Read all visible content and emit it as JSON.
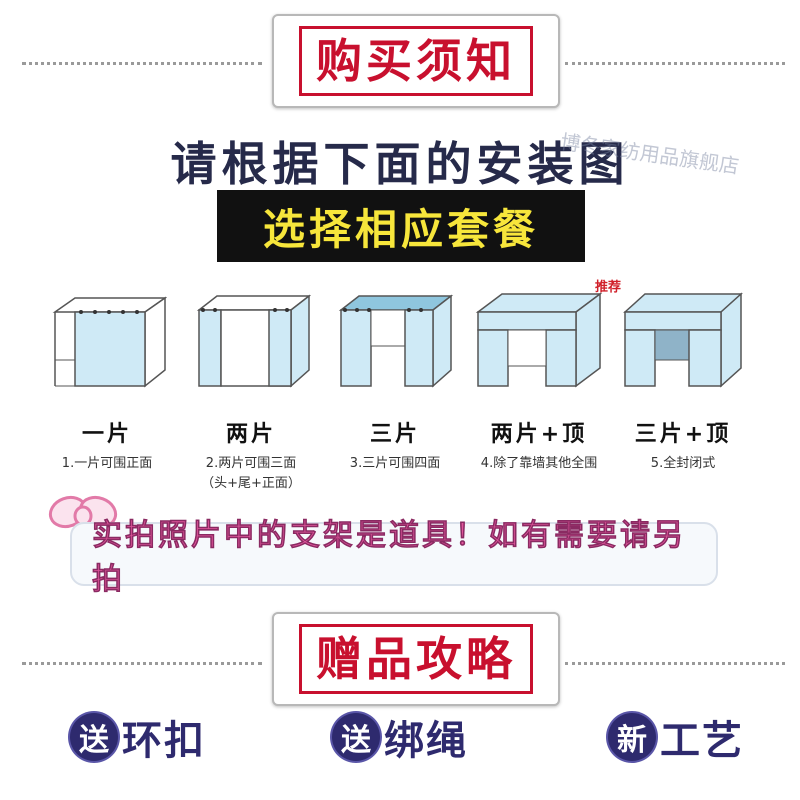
{
  "top_title": "购买须知",
  "heading": "请根据下面的安装图",
  "band": "选择相应套餐",
  "watermark": "博冬家纺用品旗舰店",
  "recommend": "推荐",
  "options": [
    {
      "name": "一片",
      "desc": "1.一片可围正面",
      "desc2": ""
    },
    {
      "name": "两片",
      "desc": "2.两片可围三面",
      "desc2": "（头+尾+正面）"
    },
    {
      "name": "三片",
      "desc": "3.三片可围四面",
      "desc2": ""
    },
    {
      "name": "两片+顶",
      "desc": "4.除了靠墙其他全围",
      "desc2": ""
    },
    {
      "name": "三片+顶",
      "desc": "5.全封闭式",
      "desc2": ""
    }
  ],
  "note": "实拍照片中的支架是道具！如有需要请另拍",
  "gift_title": "赠品攻略",
  "gifts": [
    {
      "badge": "送",
      "label": "环扣"
    },
    {
      "badge": "送",
      "label": "绑绳"
    },
    {
      "badge": "新",
      "label": "工艺"
    }
  ],
  "colors": {
    "accent_red": "#c8102e",
    "curtain_blue": "#cfeaf6",
    "navy": "#2e2a6e",
    "band_yellow": "#f7e63b"
  }
}
